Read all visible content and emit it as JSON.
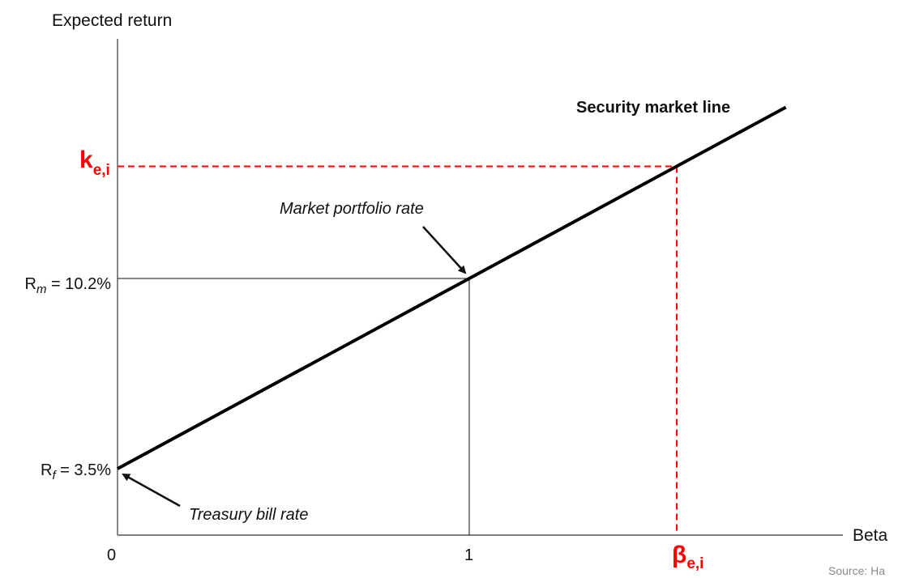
{
  "chart_data": {
    "type": "line",
    "xlabel": "Beta",
    "ylabel": "Expected return",
    "series": [
      {
        "name": "Security market line",
        "x": [
          0,
          1.9
        ],
        "y": [
          3.5,
          16.23
        ]
      }
    ],
    "reference_points": {
      "risk_free": {
        "x": 0,
        "y": 3.5,
        "label_base": "R",
        "label_sub": "f",
        "label_value": "3.5%"
      },
      "market": {
        "x": 1,
        "y": 10.2,
        "label_base": "R",
        "label_sub": "m",
        "label_value": "10.2%"
      },
      "asset": {
        "x": 1.59,
        "y": 14.15,
        "y_label_base": "k",
        "y_label_sub": "e,i",
        "x_label_base": "β",
        "x_label_sub": "e,i"
      }
    },
    "x_ticks": [
      "0",
      "1"
    ],
    "annotations": {
      "sml": "Security market line",
      "market_rate": "Market portfolio rate",
      "treasury": "Treasury bill rate"
    },
    "source": "Source: Ha",
    "colors": {
      "line": "#000000",
      "guide": "#000000",
      "highlight": "#ff0000"
    },
    "grid": false
  }
}
